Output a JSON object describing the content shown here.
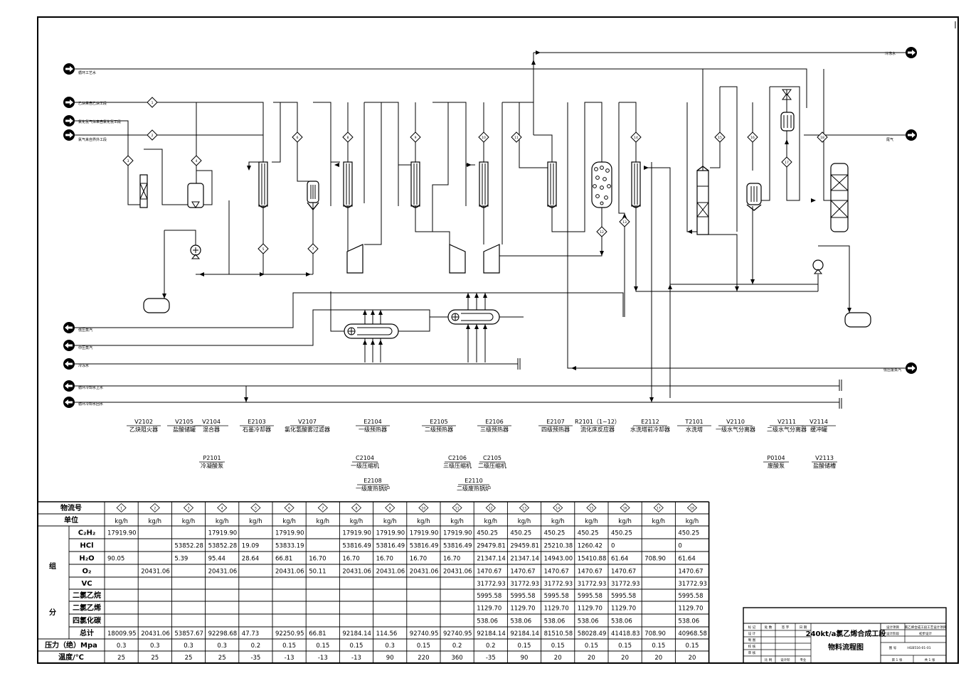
{
  "utilities": {
    "left": [
      "循环工艺水",
      "乙炔来自乙炔工段",
      "氯化氢气体来自氯化氢工段",
      "氯气来自界外工段",
      "低压蒸汽",
      "中压蒸汽",
      "冷冻水",
      "循环冷却水上水",
      "循环冷却水回水"
    ],
    "right": [
      "冷冻水",
      "尾气",
      "低压废蒸汽"
    ]
  },
  "streams": [
    "1",
    "2",
    "3",
    "4",
    "5",
    "6",
    "7",
    "8",
    "9",
    "10",
    "11",
    "12",
    "13",
    "14",
    "15",
    "16",
    "17",
    "18"
  ],
  "equipment": {
    "row1": [
      {
        "tag": "V2102",
        "name": "乙炔阻火器"
      },
      {
        "tag": "V2105",
        "name": "盐酸储罐"
      },
      {
        "tag": "V2104",
        "name": "混合器"
      },
      {
        "tag": "E2103",
        "name": "石墨冷却器"
      },
      {
        "tag": "V2107",
        "name": "氯化氢酸雾过滤器"
      },
      {
        "tag": "E2104",
        "name": "一级预热器"
      },
      {
        "tag": "E2105",
        "name": "二级预热器"
      },
      {
        "tag": "E2106",
        "name": "三级预热器"
      },
      {
        "tag": "E2107",
        "name": "四级预热器"
      },
      {
        "tag": "R2101（1~12）",
        "name": "流化床反应器"
      },
      {
        "tag": "E2112",
        "name": "水洗塔前冷却器"
      },
      {
        "tag": "T2101",
        "name": "水洗塔"
      },
      {
        "tag": "V2110",
        "name": "一级水气分离器"
      },
      {
        "tag": "V2111",
        "name": "二级水气分离器"
      },
      {
        "tag": "V2114",
        "name": "缓冲罐"
      }
    ],
    "row2": [
      {
        "tag": "P2101",
        "name": "冷凝酸泵"
      },
      {
        "tag": "C2104",
        "name": "一级压缩机"
      },
      {
        "tag": "C2106",
        "name": "三级压缩机"
      },
      {
        "tag": "C2105",
        "name": "二级压缩机"
      },
      {
        "tag": "P0104",
        "name": "废酸泵"
      },
      {
        "tag": "V2113",
        "name": "盐酸储槽"
      }
    ],
    "row3": [
      {
        "tag": "E2108",
        "name": "一级废热锅炉"
      },
      {
        "tag": "E2110",
        "name": "二级废热锅炉"
      }
    ]
  },
  "table": {
    "header_label": "物流号",
    "unit_label": "单位",
    "unit": "kg/h",
    "group_label_top": "组",
    "group_label_bottom": "分",
    "rows": [
      {
        "name": "C₂H₂",
        "values": [
          "17919.90",
          "",
          "",
          "17919.90",
          "",
          "17919.90",
          "",
          "17919.90",
          "17919.90",
          "17919.90",
          "17919.90",
          "450.25",
          "450.25",
          "450.25",
          "450.25",
          "450.25",
          "",
          "450.25"
        ]
      },
      {
        "name": "HCl",
        "values": [
          "",
          "",
          "53852.28",
          "53852.28",
          "19.09",
          "53833.19",
          "",
          "53816.49",
          "53816.49",
          "53816.49",
          "53816.49",
          "29479.81",
          "29459.81",
          "25210.38",
          "1260.42",
          "0",
          "",
          "0"
        ]
      },
      {
        "name": "H₂O",
        "values": [
          "90.05",
          "",
          "5.39",
          "95.44",
          "28.64",
          "66.81",
          "16.70",
          "16.70",
          "16.70",
          "16.70",
          "16.70",
          "21347.14",
          "21347.14",
          "14943.00",
          "15410.88",
          "61.64",
          "708.90",
          "61.64"
        ]
      },
      {
        "name": "O₂",
        "values": [
          "",
          "20431.06",
          "",
          "20431.06",
          "",
          "20431.06",
          "50.11",
          "20431.06",
          "20431.06",
          "20431.06",
          "20431.06",
          "1470.67",
          "1470.67",
          "1470.67",
          "1470.67",
          "1470.67",
          "",
          "1470.67"
        ]
      },
      {
        "name": "VC",
        "values": [
          "",
          "",
          "",
          "",
          "",
          "",
          "",
          "",
          "",
          "",
          "",
          "31772.93",
          "31772.93",
          "31772.93",
          "31772.93",
          "31772.93",
          "",
          "31772.93"
        ]
      },
      {
        "name": "二氯乙烷",
        "values": [
          "",
          "",
          "",
          "",
          "",
          "",
          "",
          "",
          "",
          "",
          "",
          "5995.58",
          "5995.58",
          "5995.58",
          "5995.58",
          "5995.58",
          "",
          "5995.58"
        ]
      },
      {
        "name": "二氯乙烯",
        "values": [
          "",
          "",
          "",
          "",
          "",
          "",
          "",
          "",
          "",
          "",
          "",
          "1129.70",
          "1129.70",
          "1129.70",
          "1129.70",
          "1129.70",
          "",
          "1129.70"
        ]
      },
      {
        "name": "四氯化碳",
        "values": [
          "",
          "",
          "",
          "",
          "",
          "",
          "",
          "",
          "",
          "",
          "",
          "538.06",
          "538.06",
          "538.06",
          "538.06",
          "538.06",
          "",
          "538.06"
        ]
      },
      {
        "name": "总计",
        "values": [
          "18009.95",
          "20431.06",
          "53857.67",
          "92298.68",
          "47.73",
          "92250.95",
          "66.81",
          "92184.14",
          "114.56",
          "92740.95",
          "92740.95",
          "92184.14",
          "92184.14",
          "81510.58",
          "58028.49",
          "41418.83",
          "708.90",
          "40968.58"
        ]
      }
    ],
    "pressure": {
      "name": "压力（绝）Mpa",
      "values": [
        "0.3",
        "0.3",
        "0.3",
        "0.3",
        "0.2",
        "0.15",
        "0.15",
        "0.15",
        "0.3",
        "0.15",
        "0.2",
        "0.2",
        "0.15",
        "0.15",
        "0.15",
        "0.15",
        "0.15",
        "0.15"
      ]
    },
    "temperature": {
      "name": "温度/℃",
      "values": [
        "25",
        "25",
        "25",
        "25",
        "-35",
        "-13",
        "-13",
        "-13",
        "90",
        "220",
        "360",
        "-35",
        "90",
        "20",
        "20",
        "20",
        "20",
        "20"
      ]
    }
  },
  "title_block": {
    "col_headers": [
      "标 记",
      "处 数",
      "签 字",
      "日 期"
    ],
    "row_labels": [
      "设 计",
      "制 图",
      "校 核",
      "审 核"
    ],
    "drawing_title_1": "240kt/a氯乙烯合成工段",
    "drawing_title_2": "物料流程图",
    "project_label": "设计项目",
    "project_value": "氯乙烯合成工段工艺设计项目",
    "stage_label": "设计阶段",
    "stage_value": "初步设计",
    "drawing_no_label": "图 号",
    "drawing_no_value": "HGB516-01-01",
    "bottom": [
      "比 例",
      "设计阶",
      "专业"
    ],
    "sheet": "第 1 张",
    "sheets": "共 1 张"
  }
}
